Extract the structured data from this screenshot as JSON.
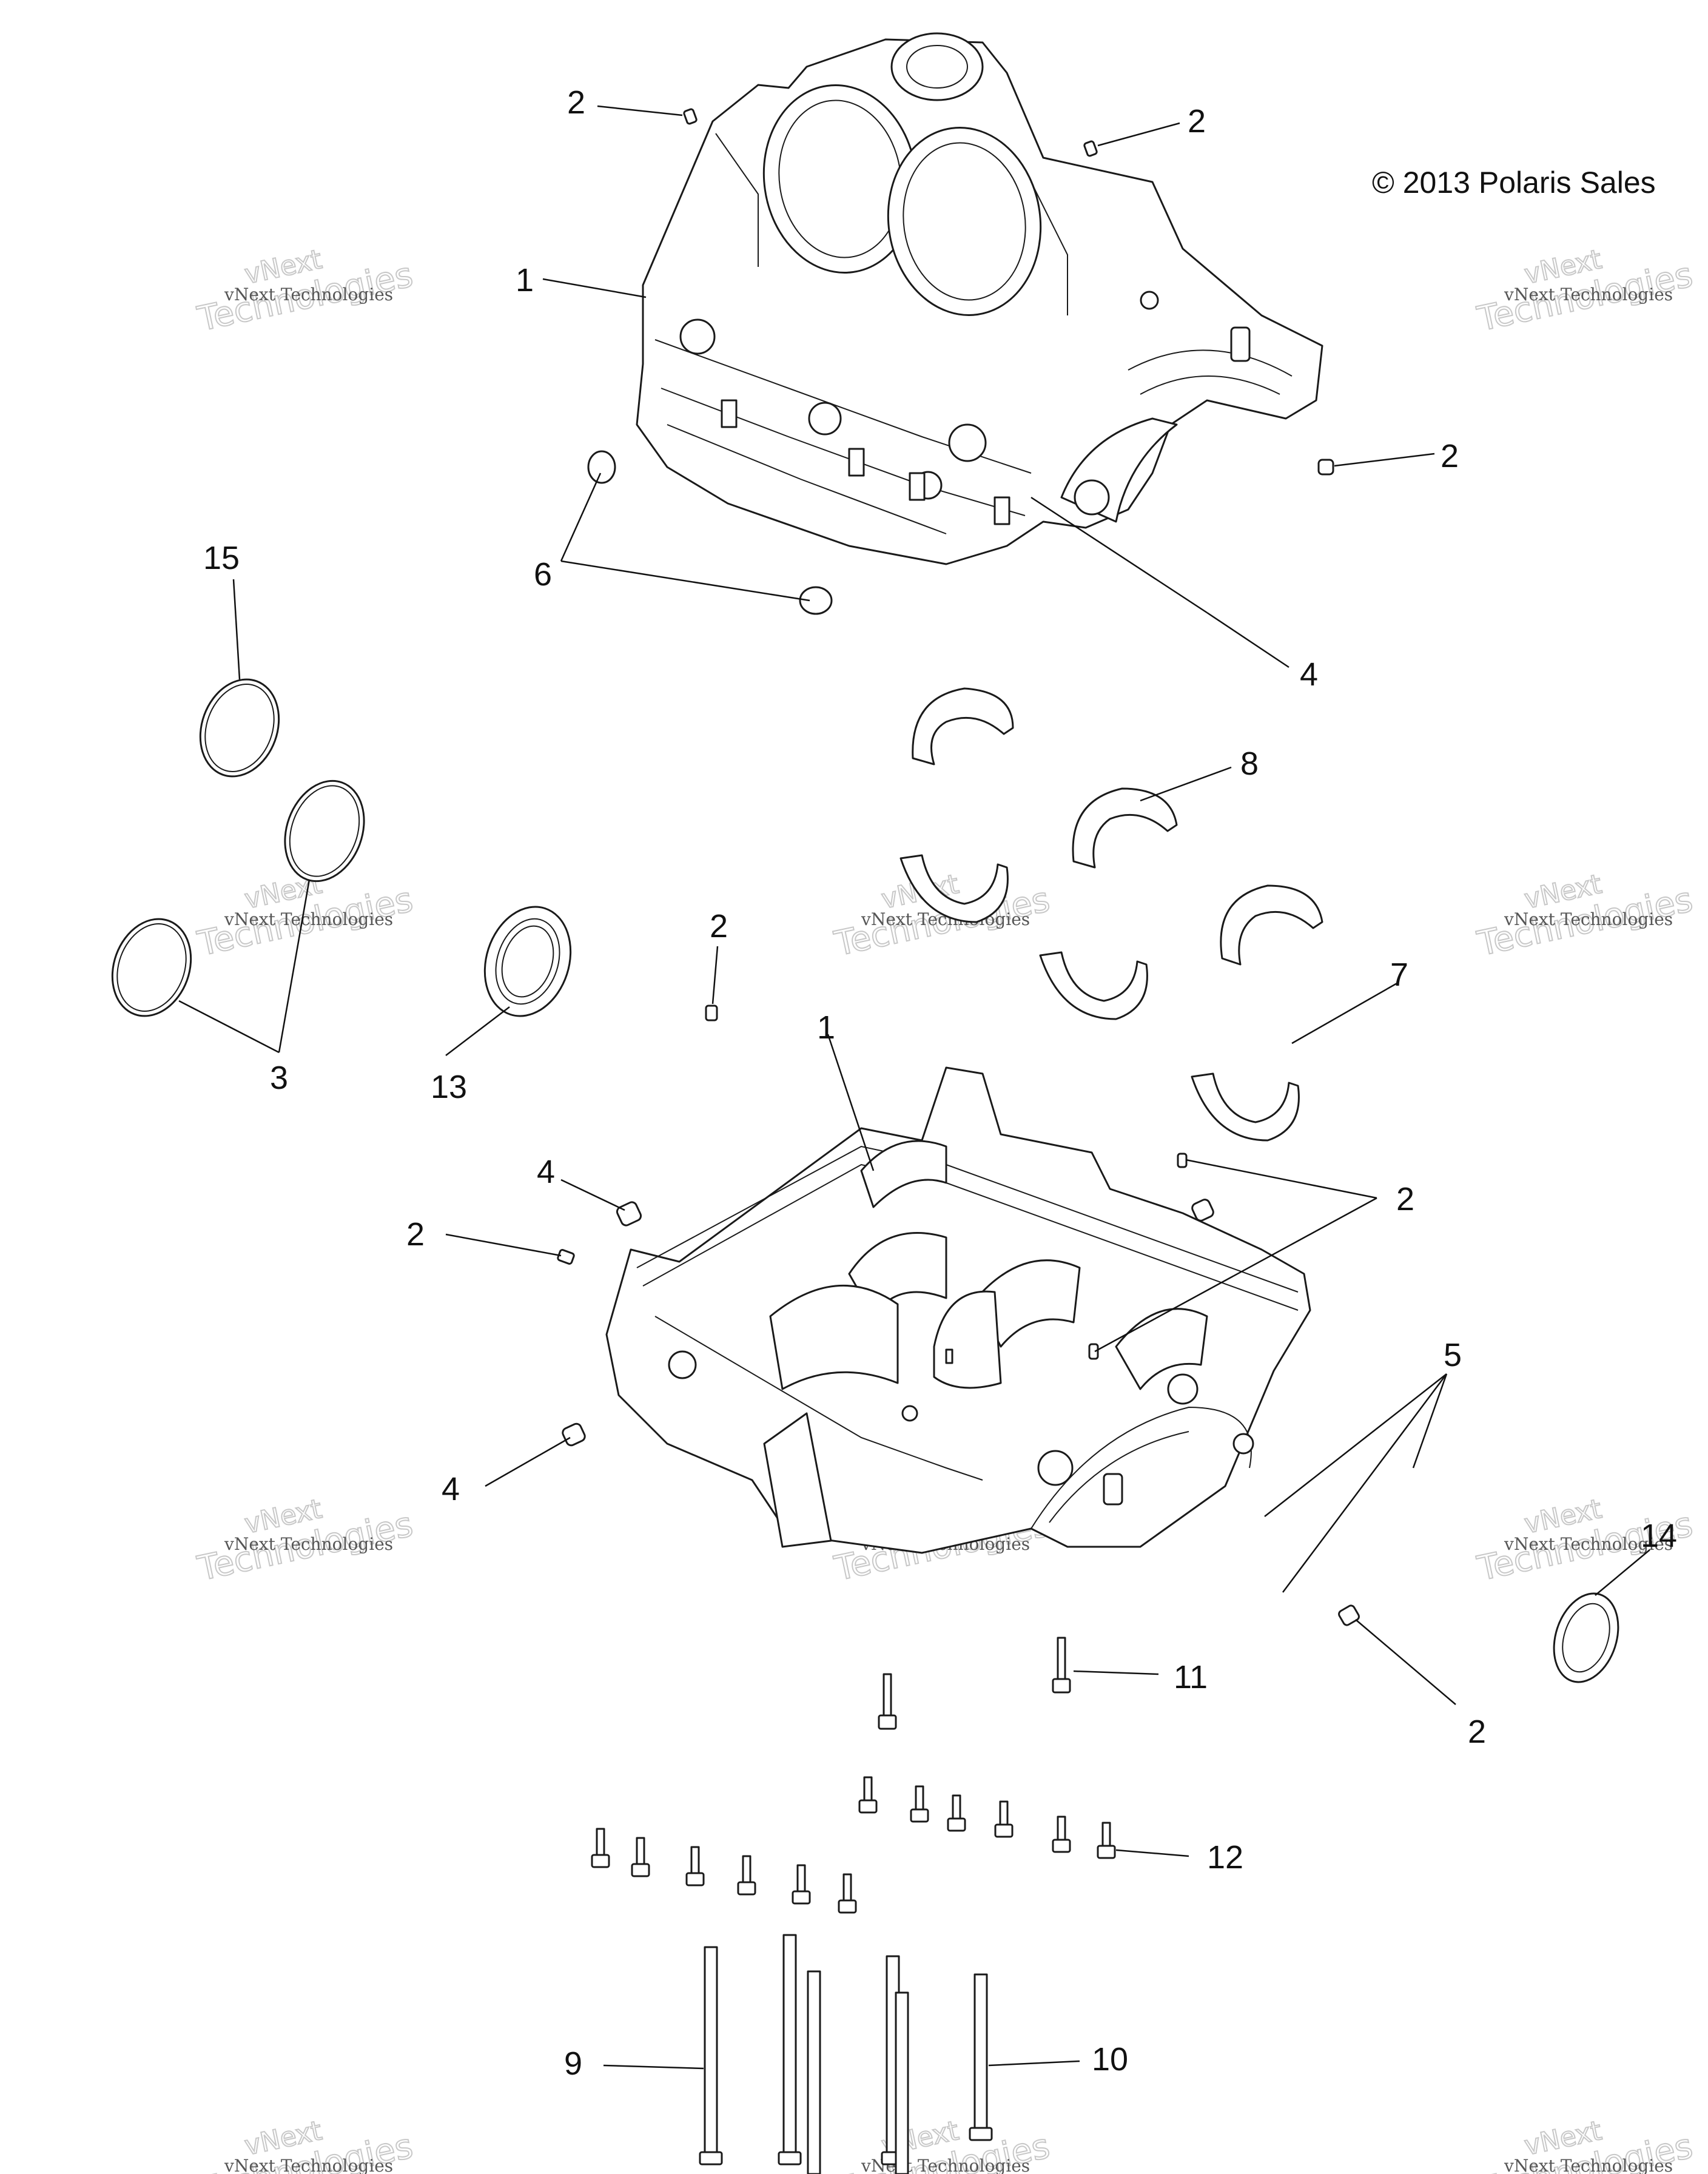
{
  "copyright": "© 2013 Polaris Sales",
  "watermark": {
    "line1": "vNext Technologies",
    "line2": "Technologies",
    "line3": "vNext"
  },
  "callouts": [
    {
      "id": "c2a",
      "text": "2"
    },
    {
      "id": "c2b",
      "text": "2"
    },
    {
      "id": "c1a",
      "text": "1"
    },
    {
      "id": "c2c",
      "text": "2"
    },
    {
      "id": "c6",
      "text": "6"
    },
    {
      "id": "c4a",
      "text": "4"
    },
    {
      "id": "c15",
      "text": "15"
    },
    {
      "id": "c8",
      "text": "8"
    },
    {
      "id": "c2d",
      "text": "2"
    },
    {
      "id": "c7",
      "text": "7"
    },
    {
      "id": "c3",
      "text": "3"
    },
    {
      "id": "c13",
      "text": "13"
    },
    {
      "id": "c1b",
      "text": "1"
    },
    {
      "id": "c4b",
      "text": "4"
    },
    {
      "id": "c2e",
      "text": "2"
    },
    {
      "id": "c2f",
      "text": "2"
    },
    {
      "id": "c5",
      "text": "5"
    },
    {
      "id": "c4c",
      "text": "4"
    },
    {
      "id": "c14",
      "text": "14"
    },
    {
      "id": "c11",
      "text": "11"
    },
    {
      "id": "c2g",
      "text": "2"
    },
    {
      "id": "c12",
      "text": "12"
    },
    {
      "id": "c9",
      "text": "9"
    },
    {
      "id": "c10",
      "text": "10"
    }
  ]
}
